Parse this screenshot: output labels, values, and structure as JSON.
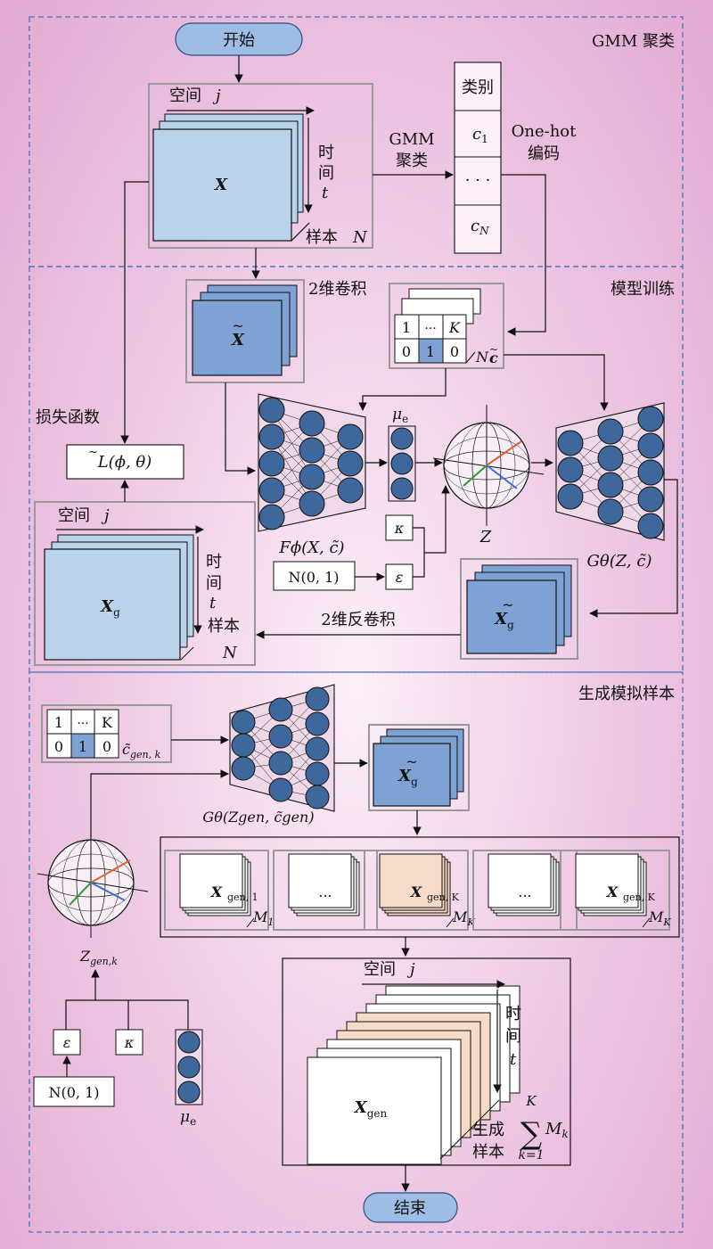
{
  "sections": {
    "gmm": "GMM 聚类",
    "training": "模型训练",
    "generation": "生成模拟样本"
  },
  "terminals": {
    "start": "开始",
    "end": "结束"
  },
  "gmm": {
    "space_label": "空间",
    "space_var": "j",
    "time_chars": [
      "时",
      "间"
    ],
    "time_var": "t",
    "samples_label": "样本",
    "samples_var": "N",
    "input_var": "X",
    "arrow_label_line1": "GMM",
    "arrow_label_line2": "聚类",
    "class_header": "类别",
    "class_first": "c",
    "class_first_sub": "1",
    "class_dots": "· · ·",
    "class_last": "c",
    "class_last_sub": "N",
    "onehot_line1": "One-hot",
    "onehot_line2": "编码"
  },
  "training": {
    "conv_label": "2维卷积",
    "xtilde": "X",
    "onehot_cells_top": [
      "1",
      "···",
      "K"
    ],
    "onehot_cells_bottom": [
      "0",
      "1",
      "0"
    ],
    "onehot_n": "N",
    "onehot_c": "c",
    "loss_label": "损失函数",
    "loss_text": "L(ϕ, θ)",
    "encoder_label": "Fϕ(X, c̃)",
    "mu_label": "μ",
    "mu_sub": "e",
    "kappa": "κ",
    "epsilon": "ε",
    "normal": "N(0, 1)",
    "z_label": "Z",
    "decoder_label": "Gθ(Z, c̃)",
    "xg_tilde": "X",
    "xg_sub": "g",
    "deconv_label": "2维反卷积",
    "out_space_label": "空间",
    "out_space_var": "j",
    "out_time_chars": [
      "时",
      "间"
    ],
    "out_time_var": "t",
    "out_samples_label": "样本",
    "out_samples_var": "N",
    "out_var": "X",
    "out_sub": "g"
  },
  "generation": {
    "onehot_cells_top": [
      "1",
      "···",
      "K"
    ],
    "onehot_cells_bottom": [
      "0",
      "1",
      "0"
    ],
    "c_gen_label": "c̃",
    "c_gen_sub": "gen, k",
    "generator_label": "Gθ(Zgen, c̃gen)",
    "xg_tilde": "X",
    "xg_sub": "g",
    "groups": [
      {
        "var": "X",
        "sub": "gen, 1",
        "m": "M",
        "m_sub": "1",
        "fill": "#ffffff"
      },
      {
        "var": "...",
        "sub": "",
        "m": "",
        "m_sub": "",
        "fill": "#ffffff"
      },
      {
        "var": "X",
        "sub": "gen, K",
        "m": "M",
        "m_sub": "K",
        "fill": "#f6dcc8"
      },
      {
        "var": "...",
        "sub": "",
        "m": "",
        "m_sub": "",
        "fill": "#ffffff"
      },
      {
        "var": "X",
        "sub": "gen, K",
        "m": "M",
        "m_sub": "K",
        "fill": "#ffffff"
      }
    ],
    "z_gen_label": "Z",
    "z_gen_sub": "gen,k",
    "epsilon": "ε",
    "kappa": "κ",
    "normal": "N(0, 1)",
    "mu_label": "μ",
    "mu_sub": "e",
    "final_space_label": "空间",
    "final_space_var": "j",
    "final_time_chars": [
      "时",
      "间"
    ],
    "final_time_var": "t",
    "final_var": "X",
    "final_sub": "gen",
    "final_gen_label": "生成",
    "final_samples_label": "样本",
    "sum_top": "K",
    "sum_bottom": "k=1",
    "sum_term": "M",
    "sum_term_sub": "k"
  },
  "colors": {
    "light_blue": "#b9d3ea",
    "mid_blue": "#7ea2d4",
    "node_blue": "#3e679c",
    "terminal": "#9dbde4",
    "dash_border": "#4a6fb8"
  }
}
